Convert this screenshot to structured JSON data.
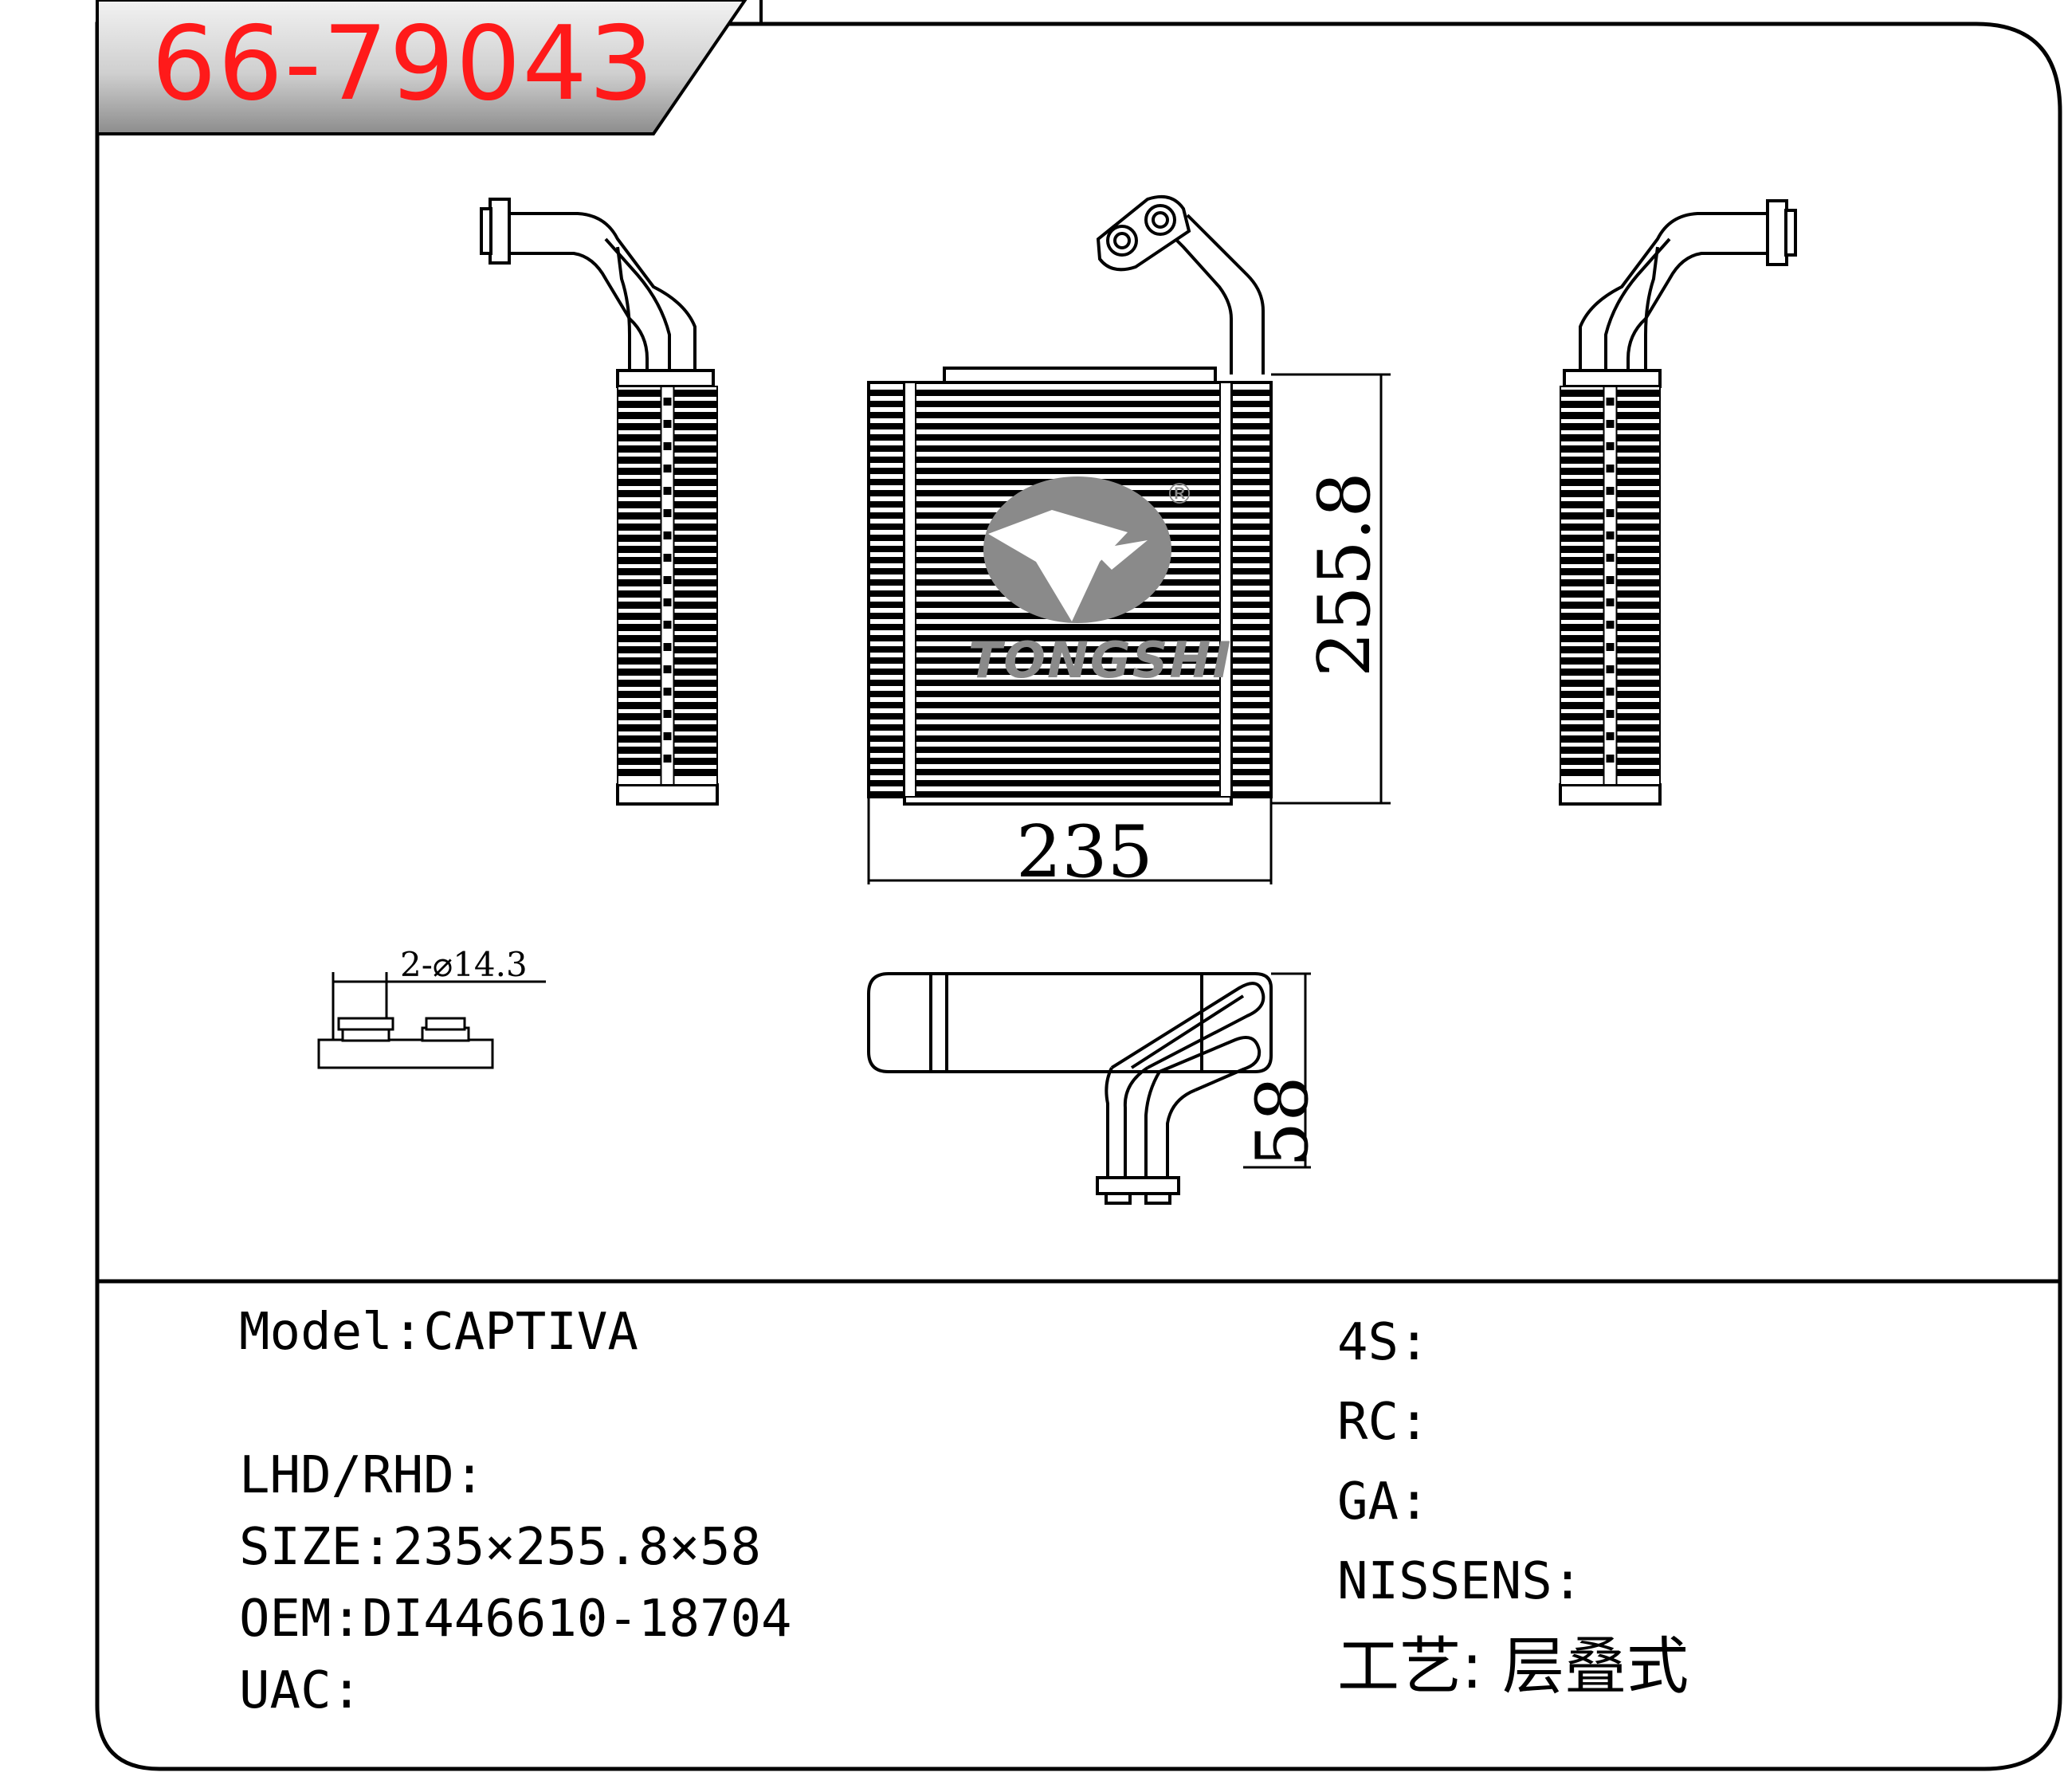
{
  "title": "66-79043",
  "logo": {
    "brand": "TONGSHI",
    "mark": "®"
  },
  "dimensions": {
    "width": "235",
    "height": "255.8",
    "depth": "58",
    "pipe": "2-⌀14.3"
  },
  "info_left": {
    "model": "Model:CAPTIVA",
    "lhd_rhd": "LHD/RHD:",
    "size": "SIZE:235×255.8×58",
    "oem": "OEM:DI446610-18704",
    "uac": "UAC:"
  },
  "info_right": {
    "s4": "4S:",
    "rc": "RC:",
    "ga": "GA:",
    "nissens": "NISSENS:",
    "process": "工艺: 层叠式"
  },
  "colors": {
    "title_red": "#ff1a1a",
    "banner_grey": "#c8c8c8",
    "logo_grey": "#8a8a8a"
  }
}
